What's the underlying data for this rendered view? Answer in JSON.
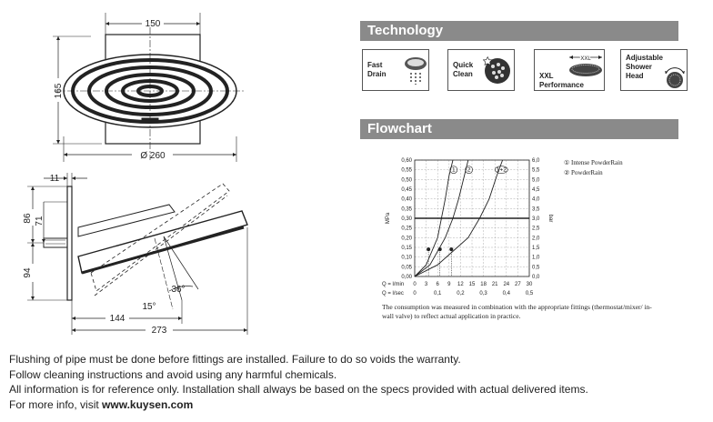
{
  "dimensions": {
    "width_top": "150",
    "height_side": "165",
    "diameter": "Ø 260",
    "depth": "11",
    "h86": "86",
    "h71": "71",
    "h94": "94",
    "angle36": "36°",
    "angle15": "15°",
    "len144": "144",
    "len273": "273"
  },
  "technology": {
    "title": "Technology",
    "features": [
      {
        "line1": "Fast",
        "line2": "Drain",
        "icon": "fast-drain-icon"
      },
      {
        "line1": "Quick",
        "line2": "Clean",
        "icon": "quick-clean-icon"
      },
      {
        "line1": "XXL",
        "line2": "Performance",
        "icon": "xxl-icon",
        "badge": "XXL"
      },
      {
        "line1": "Adjustable",
        "line2": "Shower",
        "line3": "Head",
        "icon": "adjustable-head-icon"
      }
    ]
  },
  "flowchart": {
    "title": "Flowchart",
    "legend": [
      "① Intense PowderRain",
      "② PowderRain"
    ],
    "note": "The consumption was measured in combination with the appropriate fittings (thermostat/mixer/ in-wall valve) to reflect actual application in practice."
  },
  "chart_data": {
    "type": "line",
    "ylabel_left": "MPa",
    "ylabel_right": "bar",
    "y_left_ticks": [
      "0,00",
      "0,05",
      "0,10",
      "0,15",
      "0,20",
      "0,25",
      "0,30",
      "0,35",
      "0,40",
      "0,45",
      "0,50",
      "0,55",
      "0,60"
    ],
    "y_right_ticks": [
      "0,0",
      "0,5",
      "1,0",
      "1,5",
      "2,0",
      "2,5",
      "3,0",
      "3,5",
      "4,0",
      "4,5",
      "5,0",
      "5,5",
      "6,0"
    ],
    "x_label_1": "Q = l/min",
    "x_ticks_1": [
      "0",
      "3",
      "6",
      "9",
      "12",
      "15",
      "18",
      "21",
      "24",
      "27",
      "30"
    ],
    "x_label_2": "Q = l/sec",
    "x_ticks_2": [
      "0",
      "0,1",
      "0,2",
      "0,3",
      "0,4",
      "0,5"
    ],
    "ylim": [
      0,
      0.6
    ],
    "xlim": [
      0,
      30
    ],
    "reference_pressure": 0.3,
    "curve_labels": [
      "1",
      "2",
      "1+2"
    ],
    "series": [
      {
        "name": "1",
        "x": [
          0,
          3,
          6,
          7,
          8,
          9,
          10
        ],
        "y": [
          0,
          0.06,
          0.2,
          0.3,
          0.4,
          0.52,
          0.6
        ]
      },
      {
        "name": "2",
        "x": [
          0,
          4,
          8,
          10,
          11.5,
          13,
          14
        ],
        "y": [
          0,
          0.06,
          0.2,
          0.3,
          0.4,
          0.52,
          0.6
        ]
      },
      {
        "name": "1+2",
        "x": [
          0,
          6,
          14,
          17,
          19.5,
          21.5,
          23
        ],
        "y": [
          0,
          0.06,
          0.2,
          0.3,
          0.4,
          0.52,
          0.6
        ]
      }
    ],
    "markers": [
      {
        "x": 3.6,
        "y": 0.14
      },
      {
        "x": 6.6,
        "y": 0.14
      },
      {
        "x": 9.6,
        "y": 0.14
      }
    ]
  },
  "footer": {
    "line1": "Flushing of pipe must be done before fittings are installed. Failure to do so voids the warranty.",
    "line2": "Follow cleaning instructions and avoid using any harmful chemicals.",
    "line3": "All information is for reference only. Installation shall always be based on the specs provided with actual delivered items.",
    "line4_prefix": "For more info, visit ",
    "line4_link": "www.kuysen.com"
  }
}
